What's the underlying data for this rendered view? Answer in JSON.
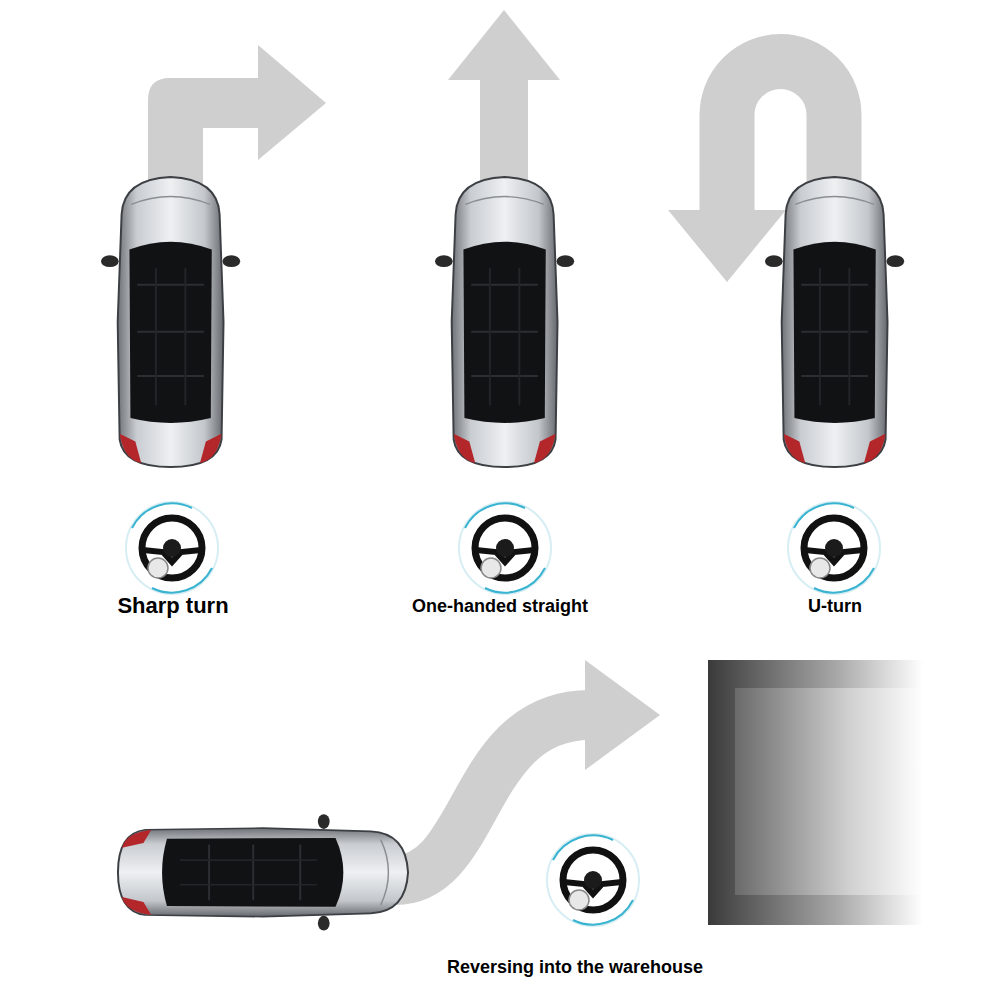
{
  "diagram": {
    "labels": [
      "Sharp turn",
      "One-handed straight",
      "U-turn",
      "Reversing into the warehouse"
    ]
  }
}
